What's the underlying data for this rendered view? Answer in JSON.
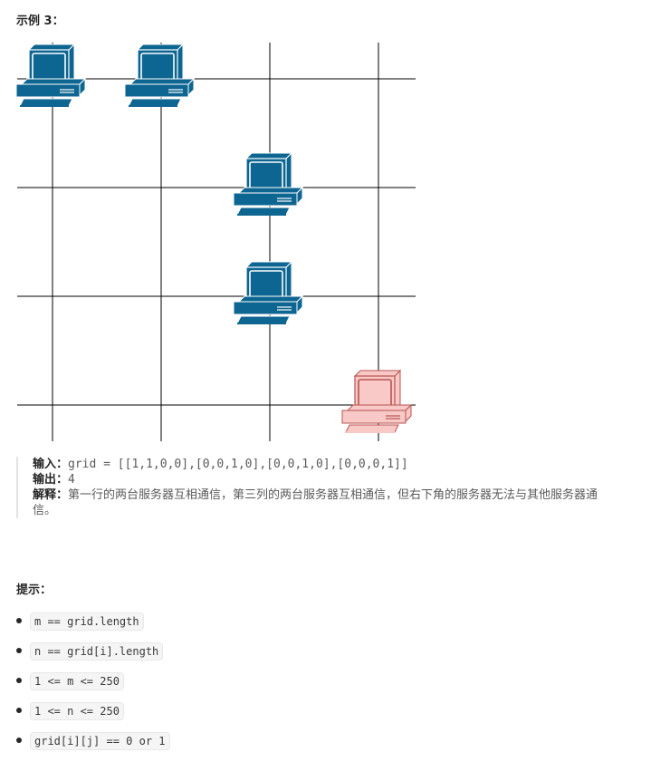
{
  "example": {
    "heading": "示例 3：",
    "input_label": "输入：",
    "input_value": "grid = [[1,1,0,0],[0,0,1,0],[0,0,1,0],[0,0,0,1]]",
    "output_label": "输出：",
    "output_value": "4",
    "explain_label": "解释：",
    "explain_text_line1": "第一行的两台服务器互相通信，第三列的两台服务器互相通信，但右下角的服务器无法与其他服务器通",
    "explain_text_line2": "信。"
  },
  "figure": {
    "grid": [
      [
        1,
        1,
        0,
        0
      ],
      [
        0,
        0,
        1,
        0
      ],
      [
        0,
        0,
        1,
        0
      ],
      [
        0,
        0,
        0,
        1
      ]
    ],
    "computers": [
      {
        "row": 0,
        "col": 0,
        "communicates": true
      },
      {
        "row": 0,
        "col": 1,
        "communicates": true
      },
      {
        "row": 1,
        "col": 2,
        "communicates": true
      },
      {
        "row": 2,
        "col": 2,
        "communicates": true
      },
      {
        "row": 3,
        "col": 3,
        "communicates": false
      }
    ],
    "colors": {
      "communicating_fill": "#0d6591",
      "isolated_fill": "#f8c9c6",
      "isolated_stroke": "#b85450",
      "grid_line": "#000000"
    }
  },
  "hints": {
    "heading": "提示：",
    "items": [
      "m == grid.length",
      "n == grid[i].length",
      "1 <= m <= 250",
      "1 <= n <= 250",
      "grid[i][j] == 0 or 1"
    ]
  }
}
